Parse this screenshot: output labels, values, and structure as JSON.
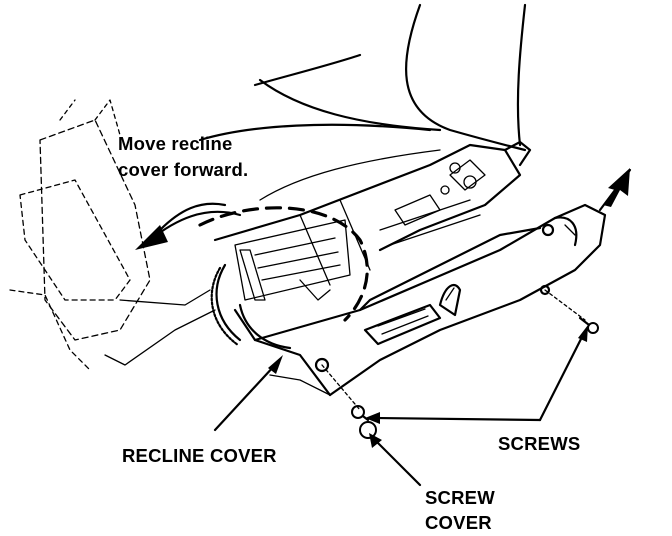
{
  "labels": {
    "move_recline_line1": "Move recline",
    "move_recline_line2": "cover forward.",
    "recline_cover": "RECLINE COVER",
    "screws": "SCREWS",
    "screw_cover_line1": "SCREW",
    "screw_cover_line2": "COVER"
  }
}
